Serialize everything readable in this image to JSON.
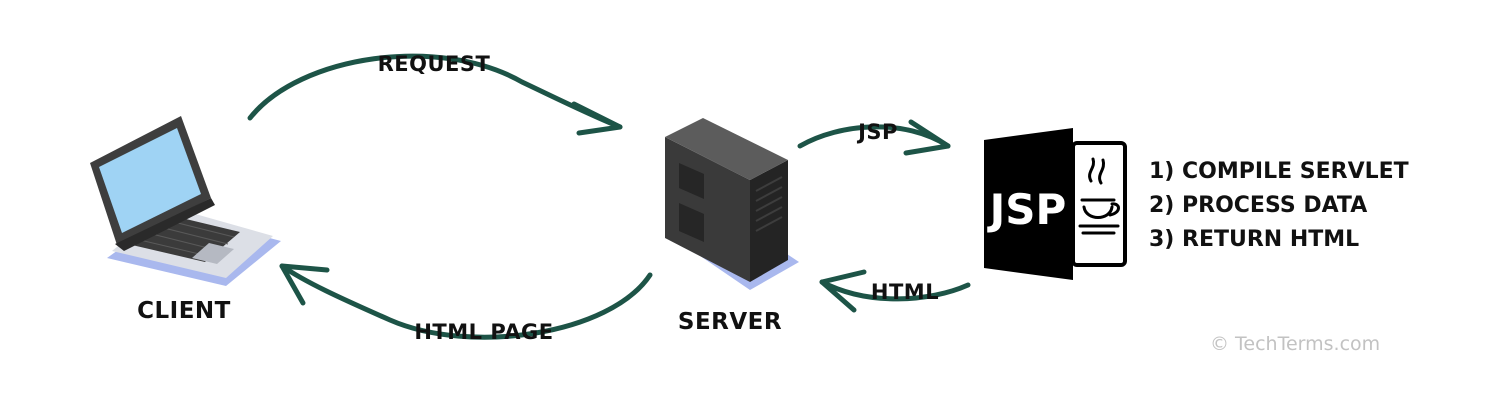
{
  "nodes": {
    "client": {
      "label": "CLIENT"
    },
    "server": {
      "label": "SERVER"
    },
    "jsp": {
      "label": "JSP"
    }
  },
  "arrows": {
    "request": "REQUEST",
    "jsp": "JSP",
    "html": "HTML",
    "html_page": "HTML PAGE"
  },
  "steps": [
    "1) COMPILE SERVLET",
    "2) PROCESS DATA",
    "3) RETURN HTML"
  ],
  "credit": "© TechTerms.com",
  "colors": {
    "arrow": "#1d5447",
    "laptop_screen": "#9fd3f4",
    "laptop_base": "#a9b8ee",
    "server_body": "#3a3a3a",
    "jsp_icon": "#000000"
  }
}
